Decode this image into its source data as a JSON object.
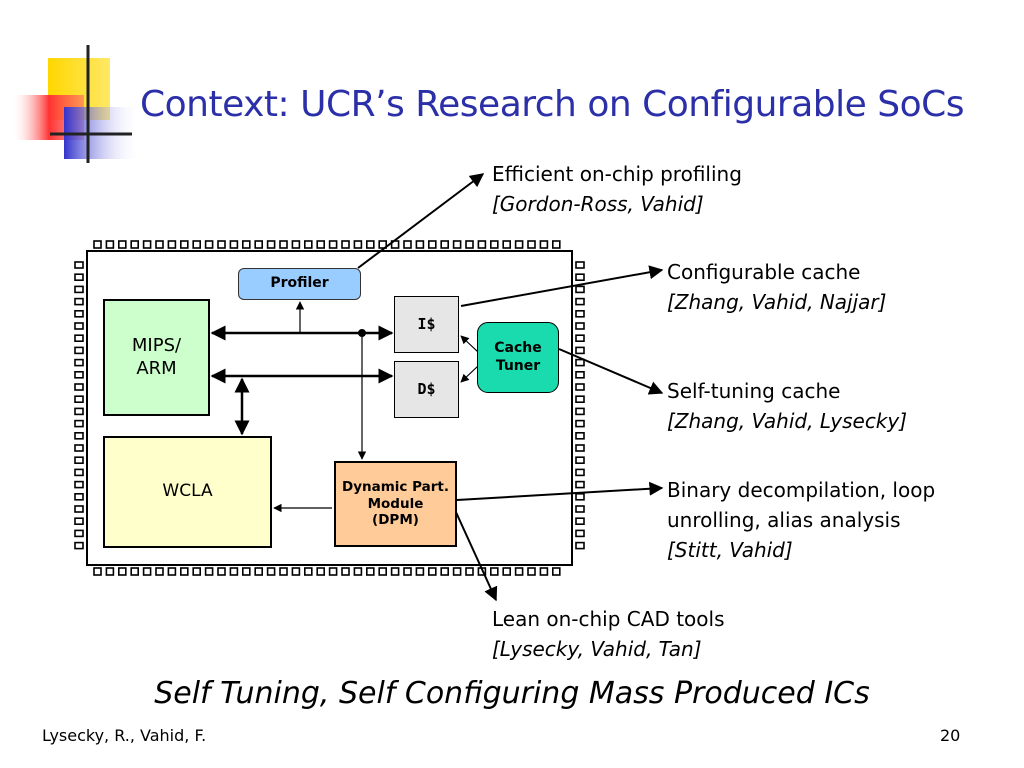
{
  "slide": {
    "title": "Context: UCR’s Research on Configurable SoCs",
    "tagline": "Self Tuning, Self Configuring Mass Produced ICs",
    "footer_author": "Lysecky, R., Vahid, F.",
    "page_number": "20"
  },
  "diagram": {
    "blocks": {
      "mips": "MIPS/\nARM",
      "wcla": "WCLA",
      "profiler": "Profiler",
      "icache": "I$",
      "dcache": "D$",
      "tuner": "Cache\nTuner",
      "dpm": "Dynamic Part.\nModule\n(DPM)"
    },
    "annotations": [
      {
        "text": "Efficient on-chip profiling",
        "citation": "[Gordon-Ross, Vahid]"
      },
      {
        "text": "Configurable cache",
        "citation": "[Zhang, Vahid, Najjar]"
      },
      {
        "text": "Self-tuning cache",
        "citation": "[Zhang, Vahid, Lysecky]"
      },
      {
        "text": "Binary decompilation, loop\nunrolling, alias analysis",
        "citation": "[Stitt, Vahid]"
      },
      {
        "text": "Lean on-chip CAD tools",
        "citation": "[Lysecky, Vahid, Tan]"
      }
    ]
  },
  "colors": {
    "title": "#2b2fa8",
    "mips_fill": "#ccffcc",
    "wcla_fill": "#ffffcc",
    "profiler_fill": "#99ccff",
    "cache_fill": "#e6e6e6",
    "tuner_fill": "#19dbad",
    "dpm_fill": "#ffcc99",
    "deco_yellow": "#ffd700",
    "deco_red": "#ff3333",
    "deco_blue": "#3333cc"
  }
}
